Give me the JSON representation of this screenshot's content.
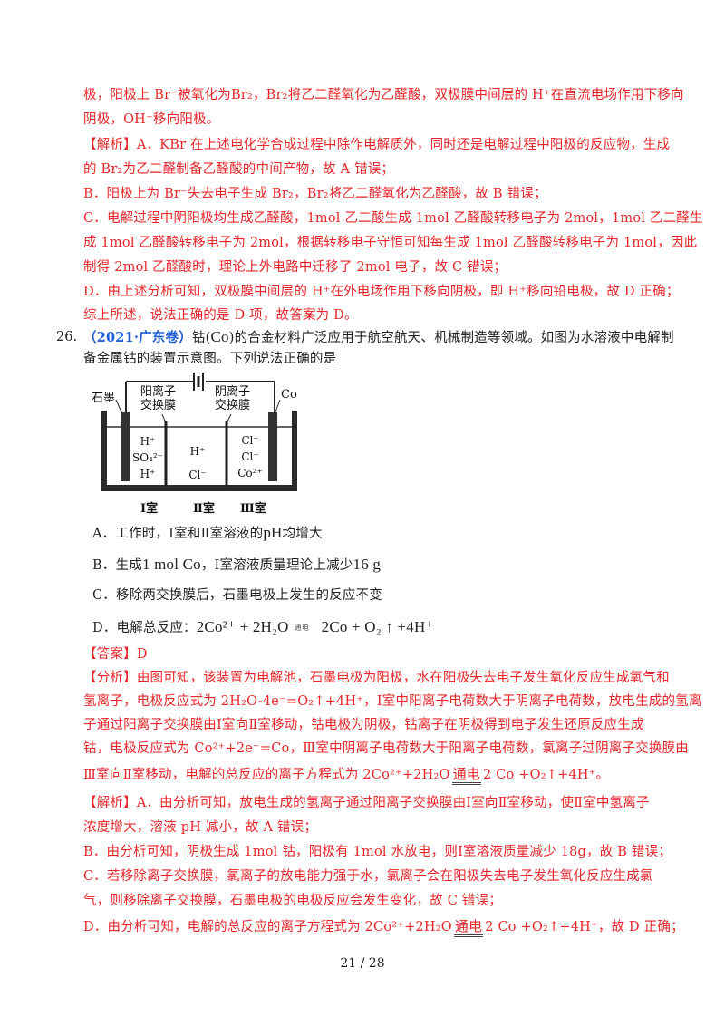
{
  "continuation": {
    "line1": "极，阳极上 Br⁻被氧化为Br₂，Br₂将乙二醛氧化为乙醛酸，双极膜中间层的 H⁺在直流电场作用下移向",
    "line2": "阴极，OH⁻移向阳极。",
    "jiexi_label": "【解析】",
    "a_line1": "A．KBr 在上述电化学合成过程中除作电解质外，同时还是电解过程中阳极的反应物，生成",
    "a_line2": "的 Br₂为乙二醛制备乙醛酸的中间产物，故 A 错误；",
    "b_line": "B．阳极上为 Br⁻失去电子生成 Br₂，Br₂将乙二醛氧化为乙醛酸，故 B 错误；",
    "c_line1": "C．电解过程中阴阳极均生成乙醛酸，1mol 乙二酸生成 1mol 乙醛酸转移电子为 2mol，1mol 乙二醛生",
    "c_line2": "成 1mol 乙醛酸转移电子为 2mol，根据转移电子守恒可知每生成 1mol 乙醛酸转移电子为 1mol，因此",
    "c_line3": "制得 2mol 乙醛酸时，理论上外电路中迁移了 2mol 电子，故 C 错误；",
    "d_line": "D．由上述分析可知，双极膜中间层的 H⁺在外电场作用下移向阴极，即 H⁺移向铅电极，故 D 正确；",
    "summary": "综上所述，说法正确的是 D 项，故答案为 D。"
  },
  "question": {
    "number": "26.",
    "source": "（2021·广东卷）",
    "stem_line1_a": "钴(",
    "stem_symbol": "Co",
    "stem_line1_b": ")的合金材料广泛应用于航空航天、机械制造等领域。如图为水溶液中电解制",
    "stem_line2": "备金属钴的装置示意图。下列说法正确的是",
    "diagram": {
      "left_electrode": "石墨",
      "right_electrode": "Co",
      "membrane_left": [
        "阳离子",
        "交换膜"
      ],
      "membrane_right": [
        "阴离子",
        "交换膜"
      ],
      "room1_ions": [
        "H⁺",
        "SO₄²⁻",
        "H⁺"
      ],
      "room2_ions": [
        "H⁺",
        "Cl⁻"
      ],
      "room3_ions": [
        "Cl⁻",
        "Cl⁻",
        "Co²⁺"
      ],
      "room_labels": [
        "Ⅰ室",
        "Ⅱ室",
        "Ⅲ室"
      ]
    },
    "options": {
      "A": {
        "label": "A．",
        "text_a": "工作时，Ⅰ室和Ⅱ室溶液的",
        "symbol": "pH",
        "text_b": "均增大"
      },
      "B": {
        "label": "B．",
        "text_a": "生成",
        "symbol1": "1 mol Co",
        "text_b": "，Ⅰ室溶液质量理论上减少",
        "symbol2": "16 g"
      },
      "C": {
        "label": "C．",
        "text": "移除两交换膜后，石墨电极上发生的反应不变"
      },
      "D": {
        "label": "D．",
        "text": "电解总反应：",
        "lhs": "2Co²⁺ + 2H₂O",
        "condition": "通电",
        "rhs": "2Co + O₂ ↑ +4H⁺"
      }
    }
  },
  "answer": {
    "label": "【答案】",
    "value": "D"
  },
  "analysis": {
    "label": "【分析】",
    "line1": "由图可知，该装置为电解池，石墨电极为阳极，水在阳极失去电子发生氧化反应生成氧气和",
    "line2": "氢离子，电极反应式为 2H₂O-4e⁻=O₂↑+4H⁺，Ⅰ室中阳离子电荷数大于阴离子电荷数，放电生成的氢离",
    "line3": "子通过阳离子交换膜由Ⅰ室向Ⅱ室移动，钴电极为阴极，钴离子在阴极得到电子发生还原反应生成",
    "line4": "钴，电极反应式为 Co²⁺+2e⁻=Co，Ⅲ室中阴离子电荷数大于阳离子电荷数，氯离子过阴离子交换膜由",
    "line5_a": "Ⅲ室向Ⅱ室移动，电解的总反应的离子方程式为 2Co²⁺+2H₂O",
    "line5_cond": "通电",
    "line5_b": "2 Co +O₂↑+4H⁺。"
  },
  "explanation": {
    "label": "【解析】",
    "a_line1": "A．由分析可知，放电生成的氢离子通过阳离子交换膜由Ⅰ室向Ⅱ室移动，使Ⅱ室中氢离子",
    "a_line2": "浓度增大，溶液 pH 减小，故 A 错误；",
    "b_line": "B．由分析可知，阴极生成 1mol 钴，阳极有 1mol 水放电，则Ⅰ室溶液质量减少 18g，故 B 错误；",
    "c_line1": "C．若移除离子交换膜，氯离子的放电能力强于水，氯离子会在阳极失去电子发生氧化反应生成氯",
    "c_line2": "气，则移除离子交换膜，石墨电极的电极反应会发生变化，故 C 错误；",
    "d_line_a": "D．由分析可知，电解的总反应的离子方程式为 2Co²⁺+2H₂O",
    "d_line_cond": "通电",
    "d_line_b": "2 Co +O₂↑+4H⁺，故 D 正确；"
  },
  "footer": {
    "page": "21 / 28"
  },
  "colors": {
    "red": "#e8262a",
    "blue": "#1f5fd6",
    "black": "#222222"
  }
}
